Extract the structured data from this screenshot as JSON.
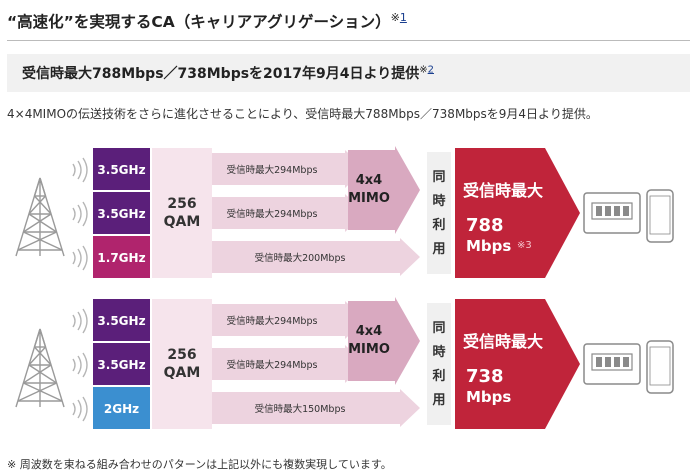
{
  "header": {
    "title": "“高速化”を実現するCA（キャリアアグリゲーション）",
    "title_note_mark": "※",
    "title_note_link": "1"
  },
  "subheader": {
    "title": "受信時最大788Mbps／738Mbpsを2017年9月4日より提供",
    "note_mark": "※",
    "note_link": "2"
  },
  "description": "4×4MIMOの伝送技術をさらに進化させることにより、受信時最大788Mbps／738Mbpsを9月4日より提供。",
  "diagrams": [
    {
      "bands": [
        {
          "label": "3.5GHz",
          "color": "#5b1f7a",
          "rate": "受信時最大294Mbps"
        },
        {
          "label": "3.5GHz",
          "color": "#5b1f7a",
          "rate": "受信時最大294Mbps"
        },
        {
          "label": "1.7GHz",
          "color": "#b0246d",
          "rate": "受信時最大200Mbps"
        }
      ],
      "qam": [
        "256",
        "QAM"
      ],
      "mimo": [
        "4x4",
        "MIMO"
      ],
      "simultaneous": [
        "同",
        "時",
        "利",
        "用"
      ],
      "result_title": "受信時最大",
      "result_value": "788",
      "result_unit": "Mbps",
      "result_note": "※3"
    },
    {
      "bands": [
        {
          "label": "3.5GHz",
          "color": "#5b1f7a",
          "rate": "受信時最大294Mbps"
        },
        {
          "label": "3.5GHz",
          "color": "#5b1f7a",
          "rate": "受信時最大294Mbps"
        },
        {
          "label": "2GHz",
          "color": "#3b8fd0",
          "rate": "受信時最大150Mbps"
        }
      ],
      "qam": [
        "256",
        "QAM"
      ],
      "mimo": [
        "4x4",
        "MIMO"
      ],
      "simultaneous": [
        "同",
        "時",
        "利",
        "用"
      ],
      "result_title": "受信時最大",
      "result_value": "738",
      "result_unit": "Mbps",
      "result_note": ""
    }
  ],
  "footnote": "※ 周波数を束ねる組み合わせのパターンは上記以外にも複数実現しています。",
  "colors": {
    "result_red": "#c0243a",
    "arrow_pink": "#edd3df",
    "qam_pink": "#f6e4ec",
    "mimo_pink": "#d9a9c0",
    "device_gray": "#8a8a8a"
  }
}
